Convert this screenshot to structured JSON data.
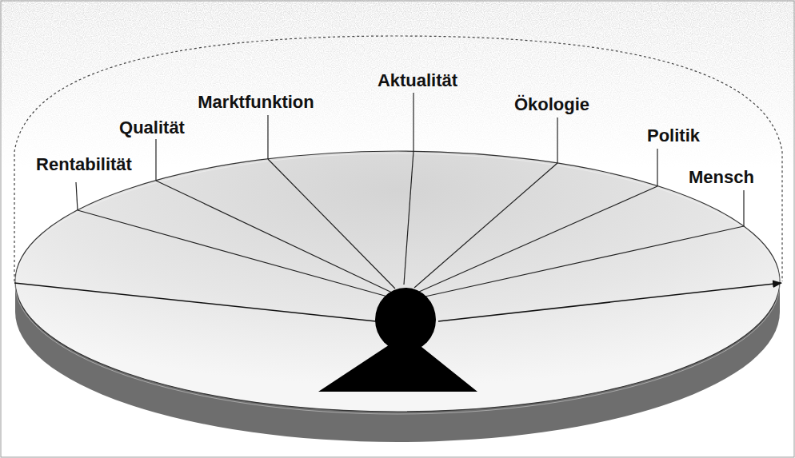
{
  "diagram": {
    "labels": [
      "Rentabilität",
      "Qualität",
      "Marktfunktion",
      "Aktualität",
      "Ökologie",
      "Politik",
      "Mensch"
    ]
  }
}
